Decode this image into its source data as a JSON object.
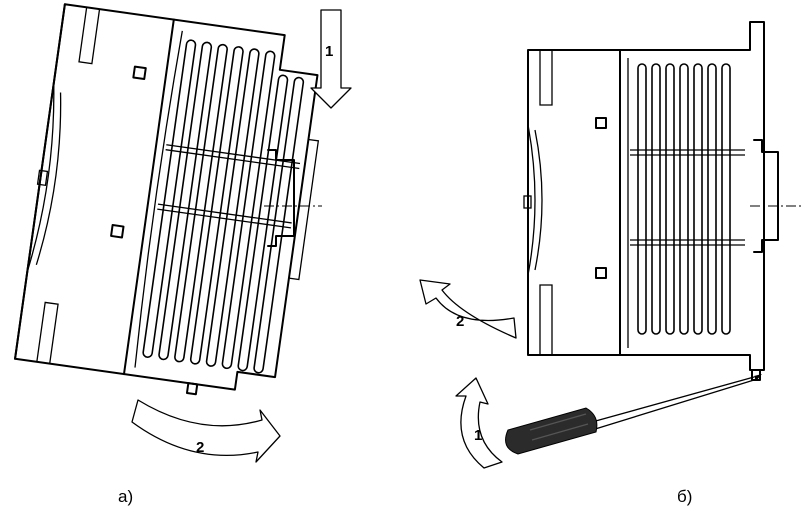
{
  "panels": [
    {
      "caption": "а)",
      "steps": [
        {
          "label": "1"
        },
        {
          "label": "2"
        }
      ]
    },
    {
      "caption": "б)",
      "steps": [
        {
          "label": "1"
        },
        {
          "label": "2"
        }
      ]
    }
  ],
  "colors": {
    "line": "#000000",
    "fill": "#ffffff",
    "screwdriver_handle": "#2b2b2b"
  },
  "icons": [
    "down-arrow-icon",
    "curved-arrow-icon",
    "screwdriver-icon",
    "din-rail-icon"
  ]
}
